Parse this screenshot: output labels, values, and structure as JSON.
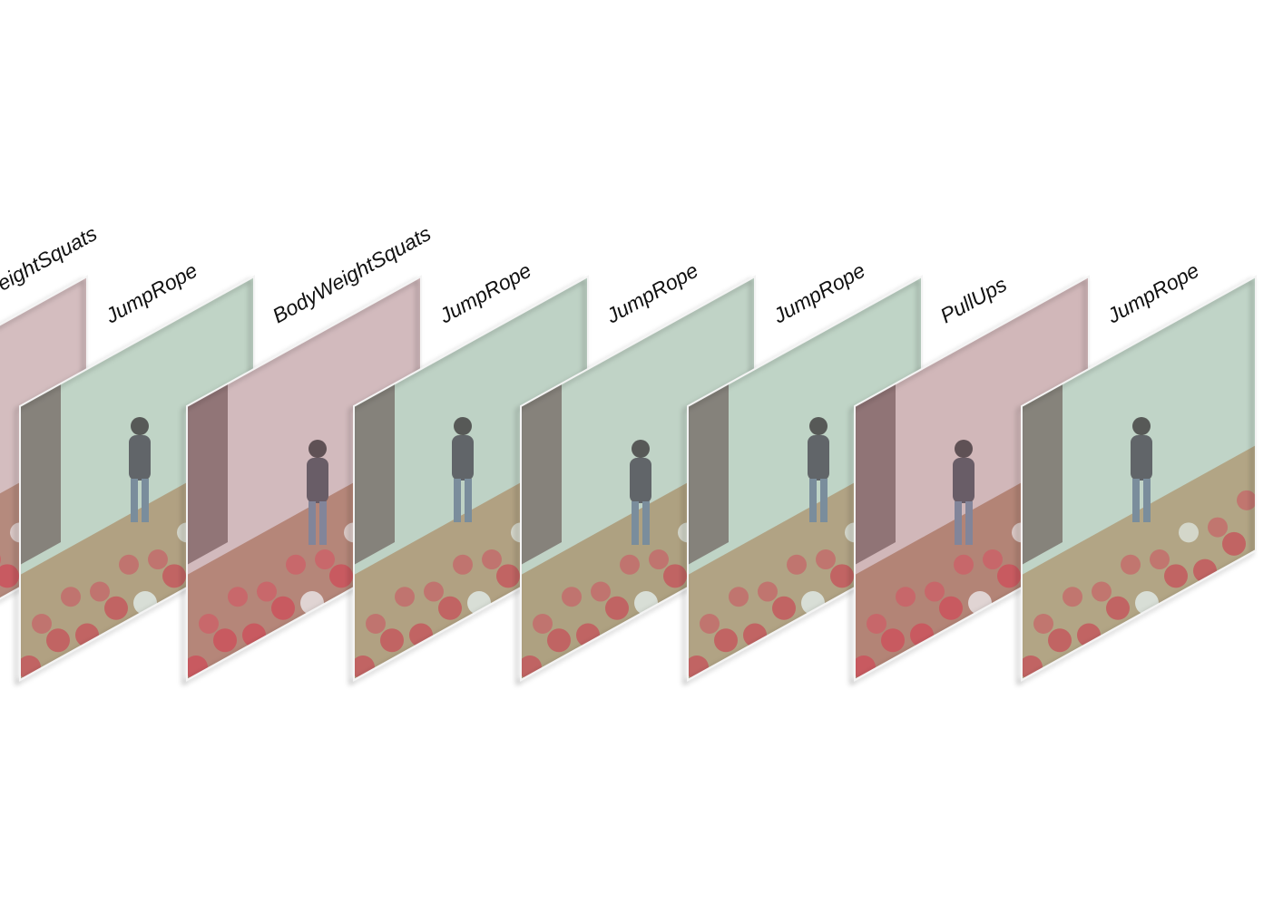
{
  "frames": [
    {
      "label": "BodyWeightSquats",
      "tint": "#c9a9ab",
      "wall": "#d8c4c6",
      "floor": "#a8745e"
    },
    {
      "label": "JumpRope",
      "tint": "#a9c9b4",
      "wall": "#c8d8cc",
      "floor": "#b28a62"
    },
    {
      "label": "BodyWeightSquats",
      "tint": "#c9a9ab",
      "wall": "#d6c0c3",
      "floor": "#a86f58"
    },
    {
      "label": "JumpRope",
      "tint": "#a9c9b4",
      "wall": "#c6d6cb",
      "floor": "#b08a63"
    },
    {
      "label": "JumpRope",
      "tint": "#a9c9b4",
      "wall": "#c9d7cd",
      "floor": "#ad8860"
    },
    {
      "label": "JumpRope",
      "tint": "#a9c9b4",
      "wall": "#c7d8cc",
      "floor": "#b08c64"
    },
    {
      "label": "PullUps",
      "tint": "#c9a9ab",
      "wall": "#d4bcbe",
      "floor": "#a66c55"
    },
    {
      "label": "JumpRope",
      "tint": "#a9c9b4",
      "wall": "#c8d9ce",
      "floor": "#b38e66"
    }
  ]
}
